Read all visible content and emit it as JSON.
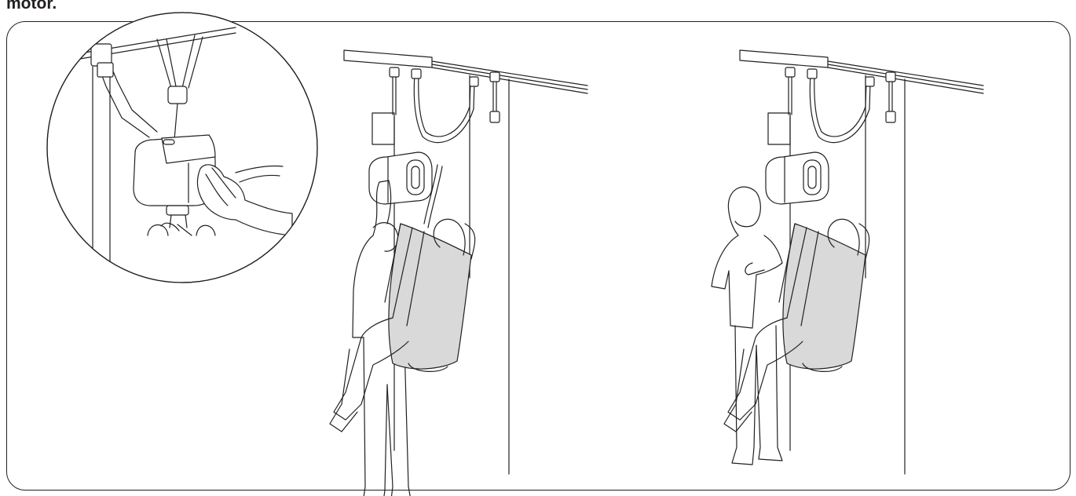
{
  "caption": "motor.",
  "colors": {
    "outline": "#231f20",
    "sling_fill": "#d9d9d9",
    "background": "#ffffff"
  },
  "figures": [
    {
      "id": "detail-closeup",
      "icon": "magnifier-detail"
    },
    {
      "id": "scene-lift-motor",
      "icon": "caregiver-lifting-motor"
    },
    {
      "id": "scene-patient-lifted",
      "icon": "patient-lifted-in-sling"
    }
  ]
}
